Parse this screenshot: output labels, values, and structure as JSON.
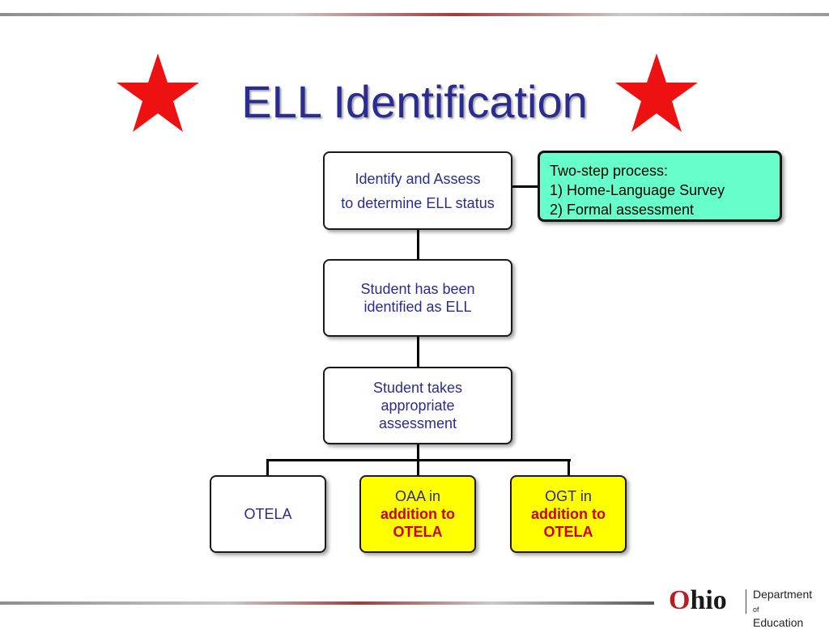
{
  "slide": {
    "title": "ELL Identification",
    "colors": {
      "title": "#2b2c8f",
      "star": "#ee1111",
      "note_fill": "#66ffcc",
      "highlight_fill": "#ffff00",
      "emphasis_text": "#cc0000"
    },
    "decorations": [
      "star-icon",
      "star-icon"
    ]
  },
  "flow": {
    "step1": {
      "line1": "Identify and Assess",
      "line2": "to determine ELL status"
    },
    "step2": {
      "text": "Student has been identified as ELL"
    },
    "step3": {
      "text": "Student takes appropriate assessment"
    },
    "outcomes": [
      {
        "text": "OTELA"
      },
      {
        "prefix": "OAA in",
        "emphasis": "addition to OTELA"
      },
      {
        "prefix": "OGT in",
        "emphasis": "addition to OTELA"
      }
    ]
  },
  "note": {
    "lines": [
      "Two-step process:",
      "1) Home-Language Survey",
      "2) Formal assessment"
    ]
  },
  "logo": {
    "o": "O",
    "hio": "hio",
    "department": "Department",
    "of": "of",
    "education": "Education"
  }
}
